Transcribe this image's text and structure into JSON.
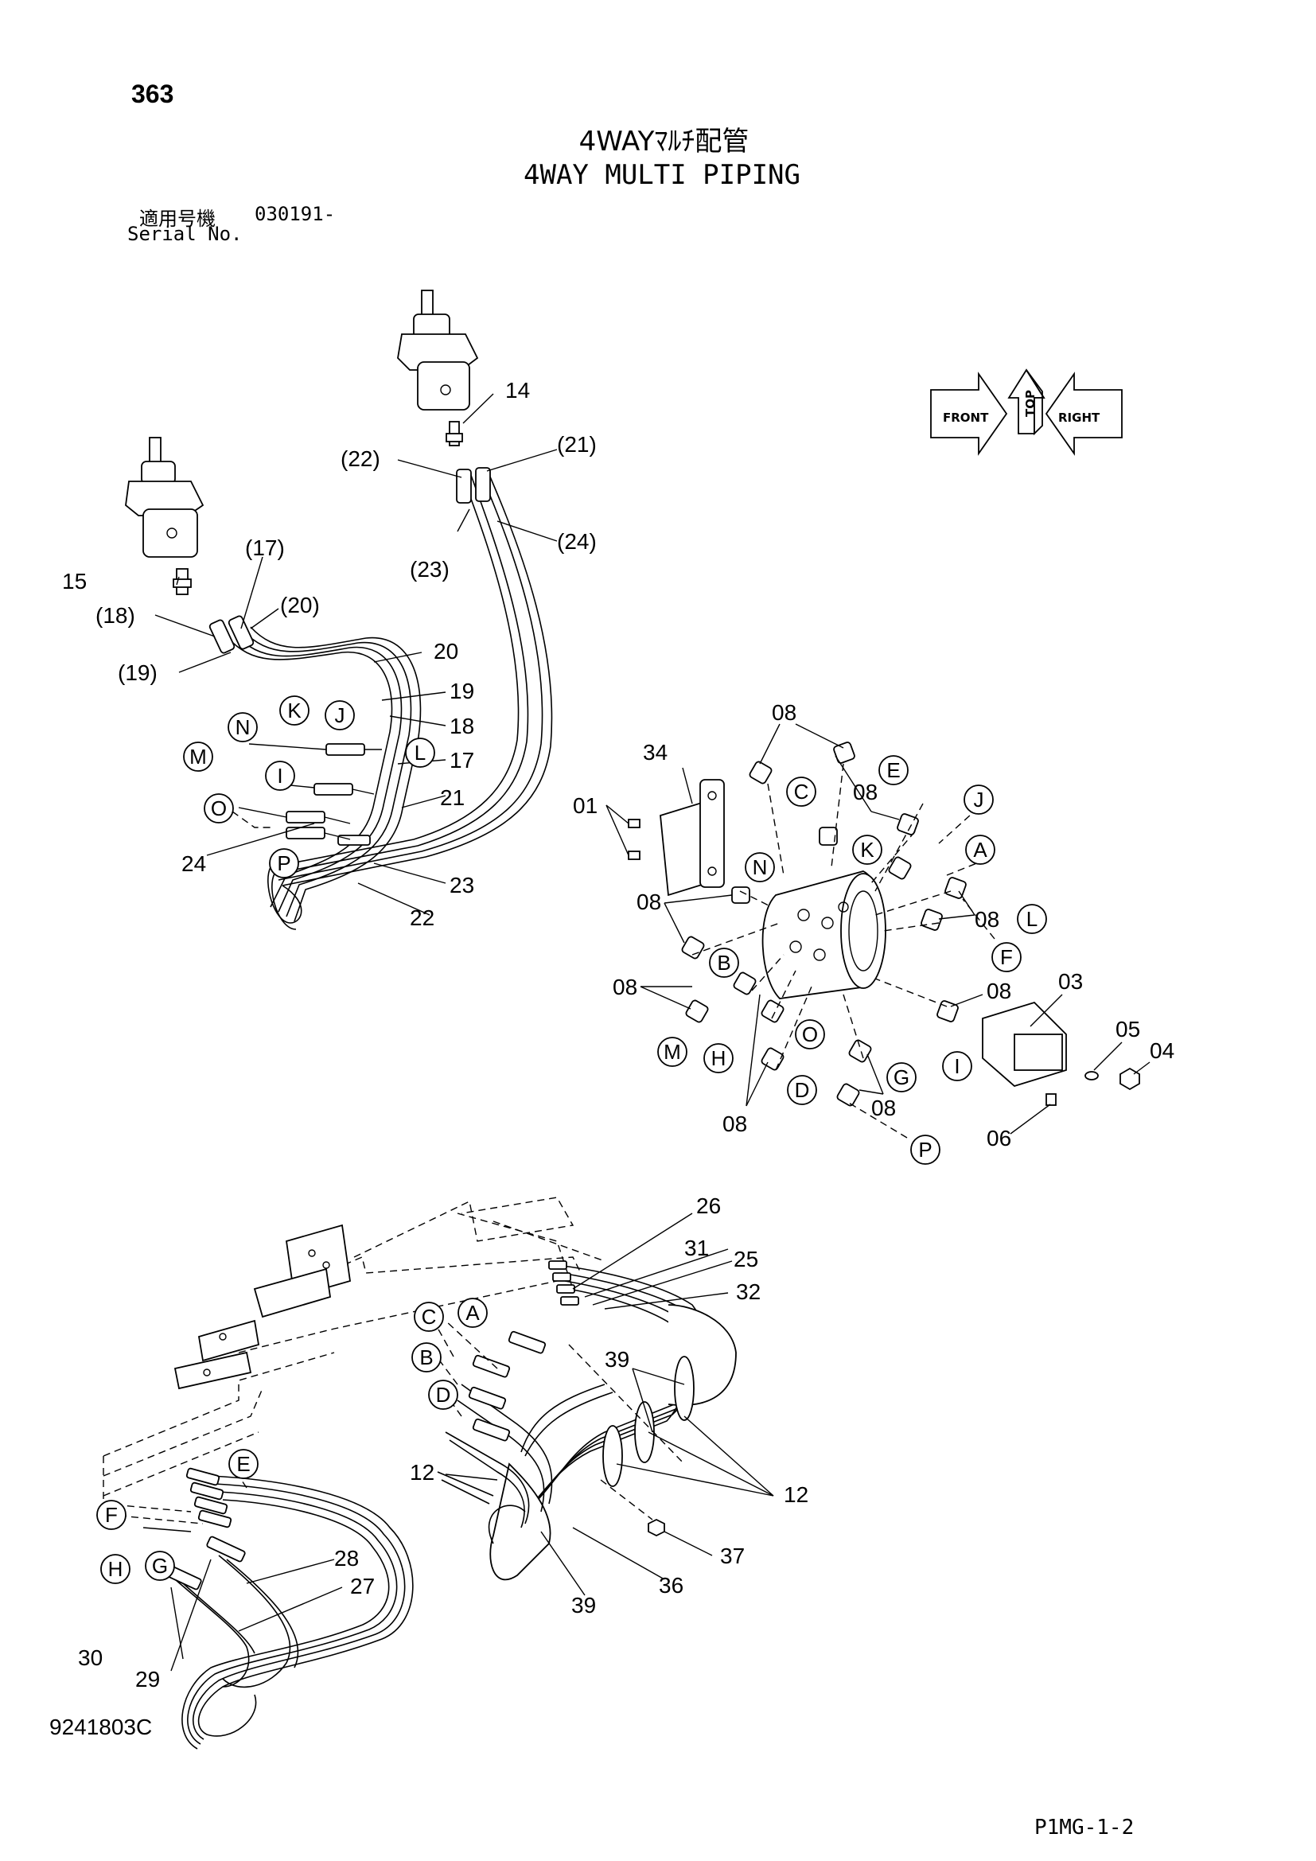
{
  "header": {
    "page_number": "363",
    "title_jp": "4WAYﾏﾙﾁ配管",
    "title_en": "4WAY MULTI PIPING",
    "serial_label_jp": "適用号機",
    "serial_value": "030191-",
    "serial_label_en": "Serial No."
  },
  "orientation_icon": {
    "top": "TOP",
    "front": "FRONT",
    "right": "RIGHT"
  },
  "footer": {
    "drawing_number": "9241803C",
    "sheet_code": "P1MG-1-2"
  },
  "callouts": {
    "top_left": [
      "14",
      "(22)",
      "(21)",
      "(24)",
      "(23)",
      "15",
      "(17)",
      "(18)",
      "(20)",
      "(19)",
      "20",
      "19",
      "18",
      "17",
      "21",
      "23",
      "22",
      "24"
    ],
    "center_right": [
      "08",
      "34",
      "01",
      "03",
      "05",
      "04",
      "06"
    ],
    "bottom": [
      "26",
      "31",
      "25",
      "32",
      "39",
      "12",
      "37",
      "36",
      "28",
      "27",
      "30",
      "29"
    ]
  },
  "circle_letters": [
    "A",
    "B",
    "C",
    "D",
    "E",
    "F",
    "G",
    "H",
    "I",
    "J",
    "K",
    "L",
    "M",
    "N",
    "O",
    "P"
  ]
}
